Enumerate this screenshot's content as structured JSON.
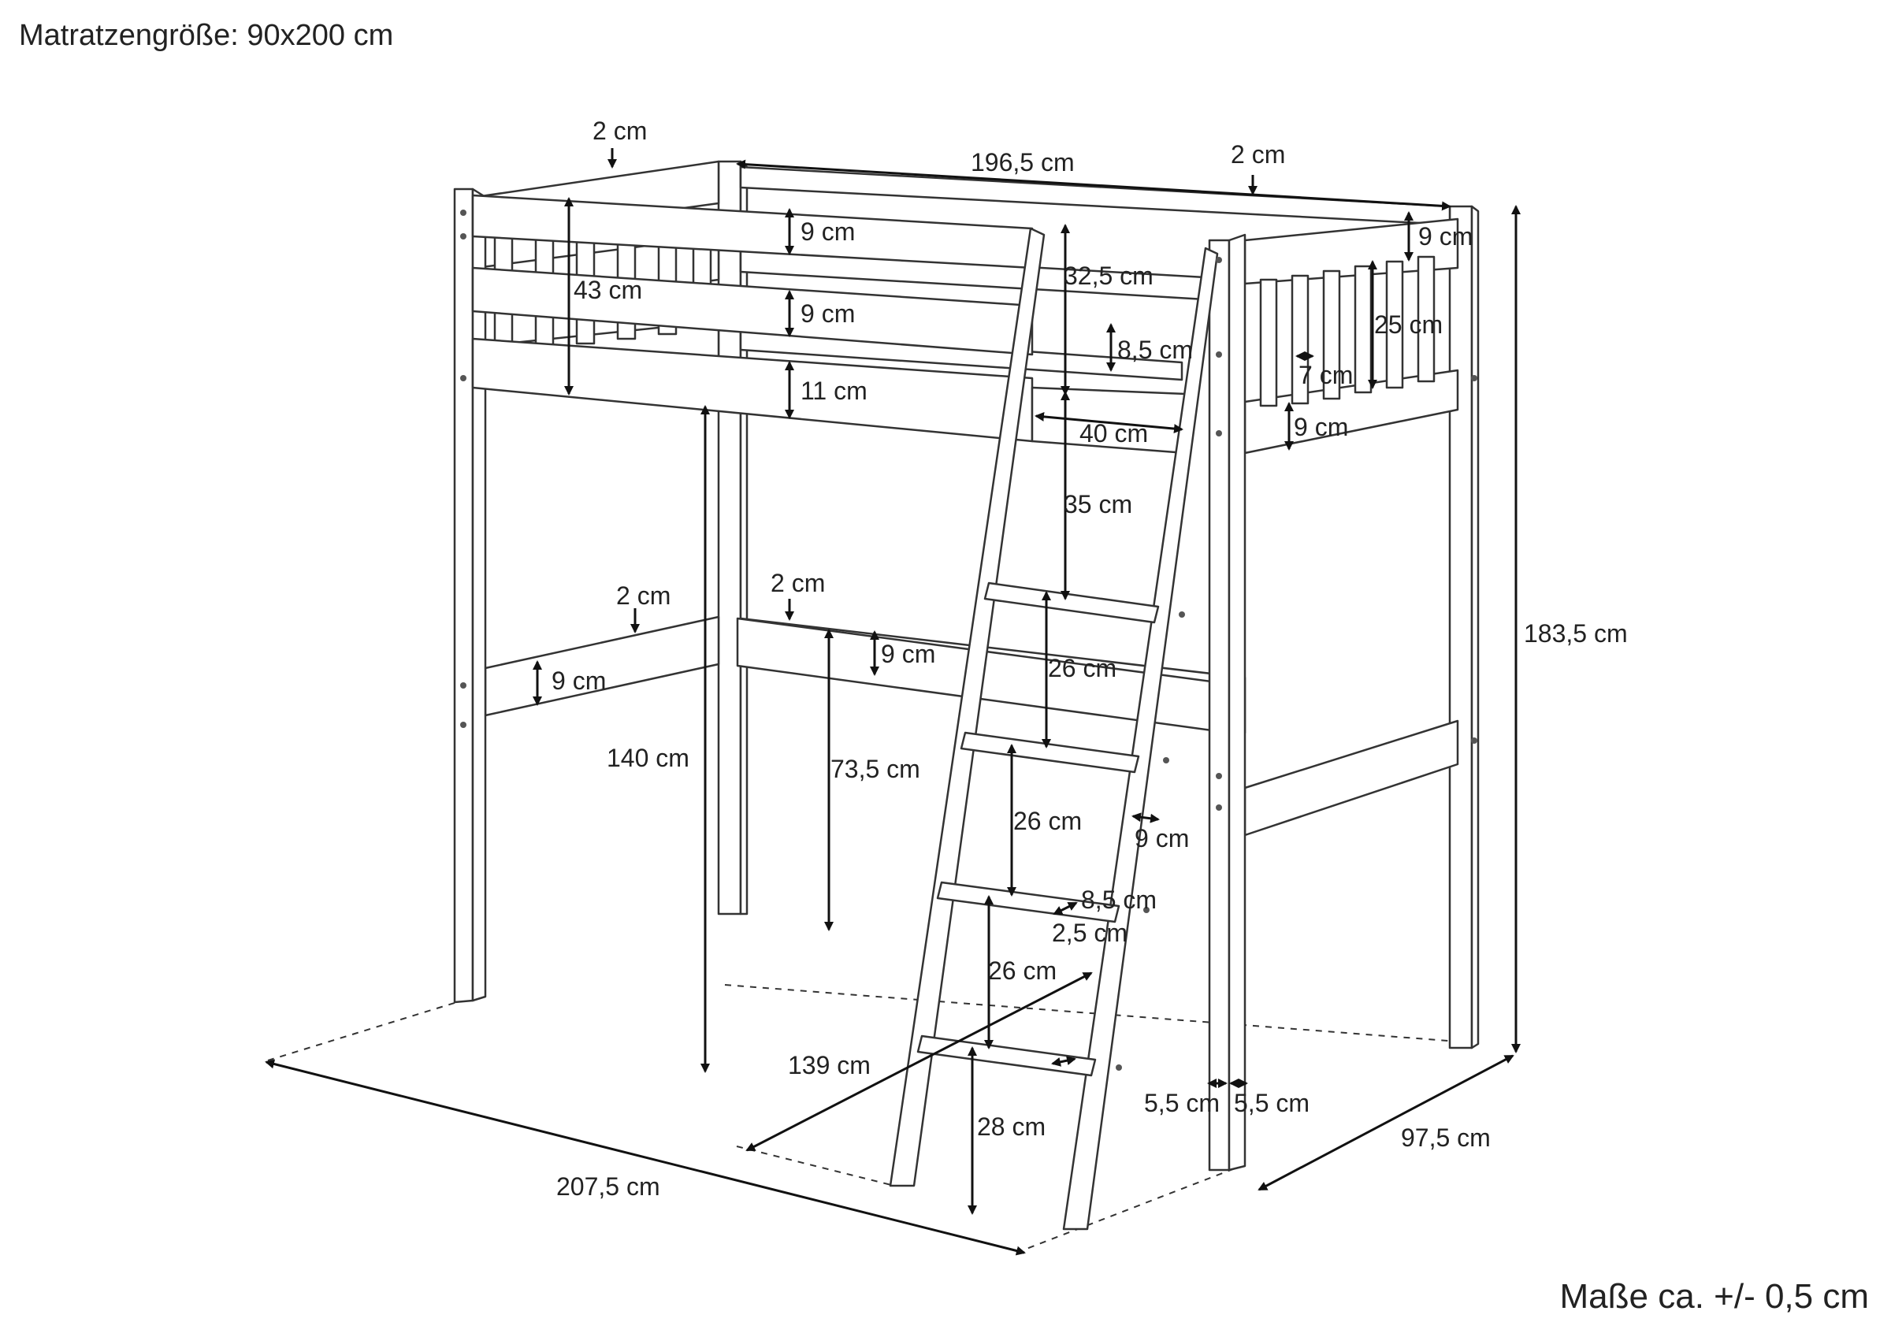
{
  "header": {
    "mattress_size": "Matratzengröße: 90x200 cm"
  },
  "footer": {
    "tolerance": "Maße ca. +/- 0,5 cm"
  },
  "dimensions": {
    "post_top_left": "2 cm",
    "rail_length": "196,5 cm",
    "post_top_right": "2 cm",
    "top_rail_height": "9 cm",
    "end_top_rail": "9 cm",
    "guard_height": "43 cm",
    "rail2_height": "9 cm",
    "ladder_opening_height": "32,5 cm",
    "end_slat_height": "25 cm",
    "slatframe_rail": "8,5 cm",
    "slat_gap": "7 cm",
    "side_rail_height": "11 cm",
    "end_low_rail": "9 cm",
    "ladder_opening_width": "40 cm",
    "first_step_gap": "35 cm",
    "mid_left_post": "2 cm",
    "mid_rail_offset": "2 cm",
    "mid_rail_height": "9 cm",
    "end_mid_rail": "9 cm",
    "step_gap_1": "26 cm",
    "underbed_height": "140 cm",
    "mid_rail_clearance": "73,5 cm",
    "step_gap_2": "26 cm",
    "ladder_width": "9 cm",
    "step_depth": "8,5 cm",
    "step_thickness": "2,5 cm",
    "step_gap_3": "26 cm",
    "ladder_offset": "139 cm",
    "bottom_step_height": "28 cm",
    "post_width_a": "5,5 cm",
    "post_width_b": "5,5 cm",
    "total_length": "207,5 cm",
    "total_width": "97,5 cm",
    "total_height": "183,5 cm"
  }
}
